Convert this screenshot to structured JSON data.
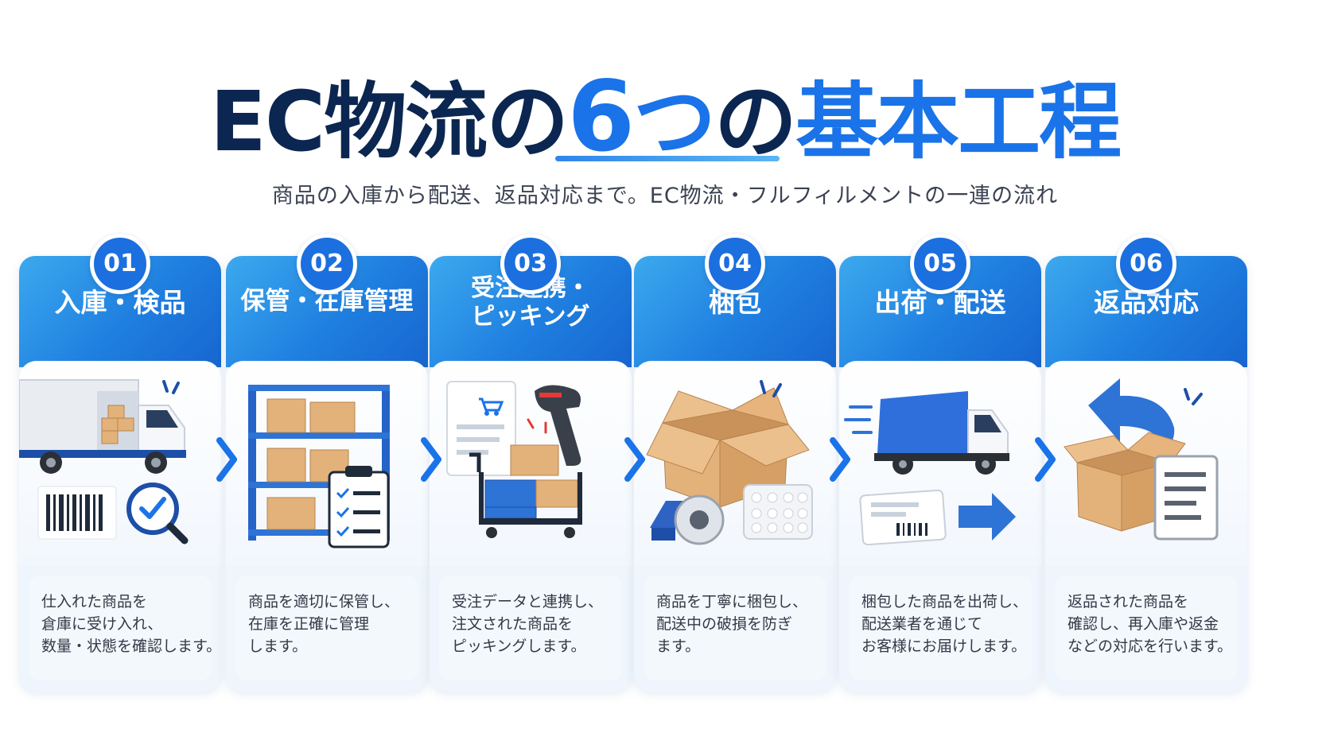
{
  "title": {
    "part1": "EC物流の",
    "number": "6",
    "part2": "つ",
    "part3": "の",
    "part4": "基本工程"
  },
  "subtitle": "商品の入庫から配送、返品対応まで。EC物流・フルフィルメントの一連の流れ",
  "steps": [
    {
      "num": "01",
      "label": [
        "入庫・検品"
      ],
      "desc": [
        "仕入れた商品を",
        "倉庫に受け入れ、",
        "数量・状態を確認します。"
      ]
    },
    {
      "num": "02",
      "label": [
        "保管・在庫管理"
      ],
      "desc": [
        "商品を適切に保管し、",
        "在庫を正確に管理",
        "します。"
      ]
    },
    {
      "num": "03",
      "label": [
        "受注連携・",
        "ピッキング"
      ],
      "desc": [
        "受注データと連携し、",
        "注文された商品を",
        "ピッキングします。"
      ]
    },
    {
      "num": "04",
      "label": [
        "梱包"
      ],
      "desc": [
        "商品を丁寧に梱包し、",
        "配送中の破損を防ぎ",
        "ます。"
      ]
    },
    {
      "num": "05",
      "label": [
        "出荷・配送"
      ],
      "desc": [
        "梱包した商品を出荷し、",
        "配送業者を通じて",
        "お客様にお届けします。"
      ]
    },
    {
      "num": "06",
      "label": [
        "返品対応"
      ],
      "desc": [
        "返品された商品を",
        "確認し、再入庫や返金",
        "などの対応を行います。"
      ]
    }
  ],
  "colors": {
    "navy": "#0b2650",
    "accent": "#1a73e8",
    "box": "#e3b27a"
  }
}
